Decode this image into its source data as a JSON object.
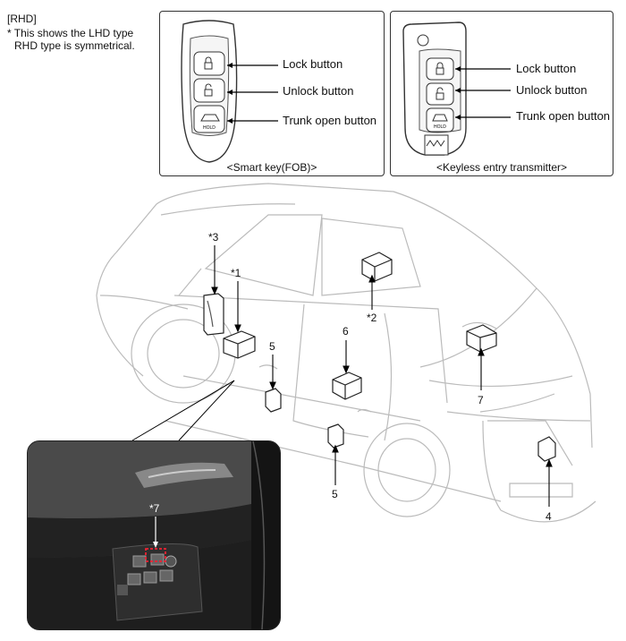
{
  "notes": {
    "rhd": "[RHD]",
    "line1": "* This shows the LHD type",
    "line2": "RHD type is symmetrical."
  },
  "smart_key": {
    "title": "<Smart key(FOB)>",
    "lock": "Lock button",
    "unlock": "Unlock button",
    "trunk": "Trunk open button",
    "hold": "HOLD"
  },
  "keyless": {
    "title": "<Keyless entry transmitter>",
    "lock": "Lock button",
    "unlock": "Unlock button",
    "trunk": "Trunk open button",
    "hold": "HOLD"
  },
  "callouts": {
    "c3": "*3",
    "c1": "*1",
    "c2": "*2",
    "c5a": "5",
    "c6": "6",
    "c7": "7",
    "c5b": "5",
    "c4": "4",
    "c7inset": "*7"
  }
}
